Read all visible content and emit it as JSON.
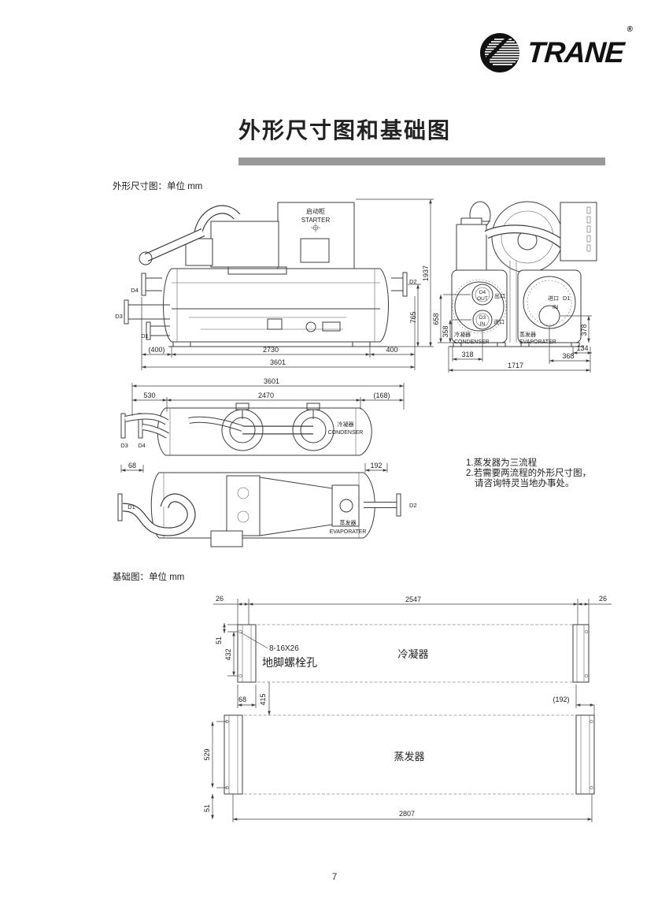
{
  "brand": {
    "name": "TRANE",
    "registered": "®"
  },
  "title": "外形尺寸图和基础图",
  "dimension_section": {
    "label": "外形尺寸图：单位 mm"
  },
  "foundation_section": {
    "label": "基础图：单位 mm"
  },
  "side_view": {
    "starter_cn": "启动柜",
    "starter_en": "STARTER",
    "d1": "D1",
    "d2": "D2",
    "d3": "D3",
    "d4": "D4",
    "dim_1937": "1937",
    "dim_765": "765",
    "dim_400p": "(400)",
    "dim_2730": "2730",
    "dim_400": "400",
    "dim_3601": "3601"
  },
  "end_view": {
    "d4": "D4",
    "d4_dir": "OUT",
    "outlet_cn": "出口",
    "d3": "D3",
    "d3_dir": "IN",
    "inlet_cn": "进口",
    "d1_inlet_cn": "进口",
    "d1": "D1",
    "d1_dir": "IN",
    "condenser_cn": "冷凝器",
    "condenser_en": "CONDENSER",
    "evaporator_cn": "蒸发器",
    "evaporator_en": "EVAPORATER",
    "dim_658": "658",
    "dim_358": "358",
    "dim_318": "318",
    "dim_1717": "1717",
    "dim_368": "368",
    "dim_134": "134",
    "dim_378": "378"
  },
  "top_view": {
    "dim_3601": "3601",
    "dim_530": "530",
    "dim_2470": "2470",
    "dim_168": "(168)",
    "dim_68": "68",
    "dim_192": "192",
    "d1": "D1",
    "d2": "D2",
    "d3": "D3",
    "d4": "D4",
    "condenser_cn": "冷凝器",
    "condenser_en": "CONDENSER",
    "evaporator_cn": "蒸发器",
    "evaporator_en": "EVAPORATER"
  },
  "notes": {
    "line1": "1.蒸发器为三流程",
    "line2": "2.若需要两流程的外形尺寸图，",
    "line3": "请咨询特灵当地办事处。"
  },
  "foundation": {
    "dim_26_left": "26",
    "dim_2547": "2547",
    "dim_26_right": "26",
    "dim_51_top": "51",
    "dim_432": "432",
    "bolt_spec": "8-16X26",
    "bolt_label": "地脚螺栓孔",
    "dim_68": "68",
    "dim_415": "415",
    "dim_192": "(192)",
    "condenser_cn": "冷凝器",
    "dim_529": "529",
    "dim_51_bottom": "51",
    "dim_2807": "2807",
    "evaporator_cn": "蒸发器"
  },
  "footer": {
    "page_number": "7"
  },
  "colors": {
    "line": "#3c3c3c",
    "divider": "#999999",
    "text": "#1a1a1a"
  }
}
